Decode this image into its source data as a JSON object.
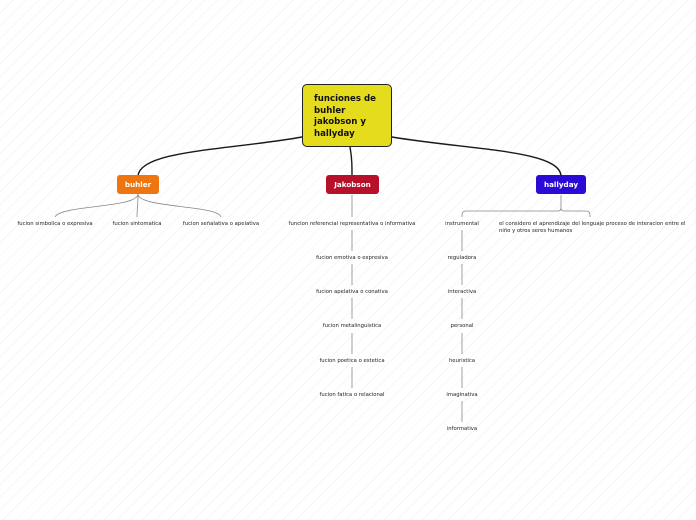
{
  "root": {
    "lines": [
      "funciones de",
      "buhler",
      "jakobson y",
      "hallyday"
    ]
  },
  "branches": {
    "buhler": {
      "label": "buhler",
      "color": "#ee7510"
    },
    "jakobson": {
      "label": "Jakobson",
      "color": "#b7102a"
    },
    "hallyday": {
      "label": "hallyday",
      "color": "#2c0ad6"
    }
  },
  "buhler_items": [
    "fucion simbolica o expresiva",
    "fucion sintomatica",
    "fucion señalativa o apelativa"
  ],
  "jakobson_items": [
    "funcion referencial representativa o informativa",
    "fucion emotiva o expresiva",
    "fucion apelativa o conativa",
    "fucion metalinguistica",
    "fucion poetica o estetica",
    "fucion fatica o relacional"
  ],
  "hallyday_items": [
    "instrumental",
    "reguladora",
    "interactiva",
    "personal",
    "heuristica",
    "imaginativa",
    "informativa"
  ],
  "hallyday_note": "el considero el aprendizaje  del lenguaje  proceso de interacion entre el niño y otros seres humanos"
}
